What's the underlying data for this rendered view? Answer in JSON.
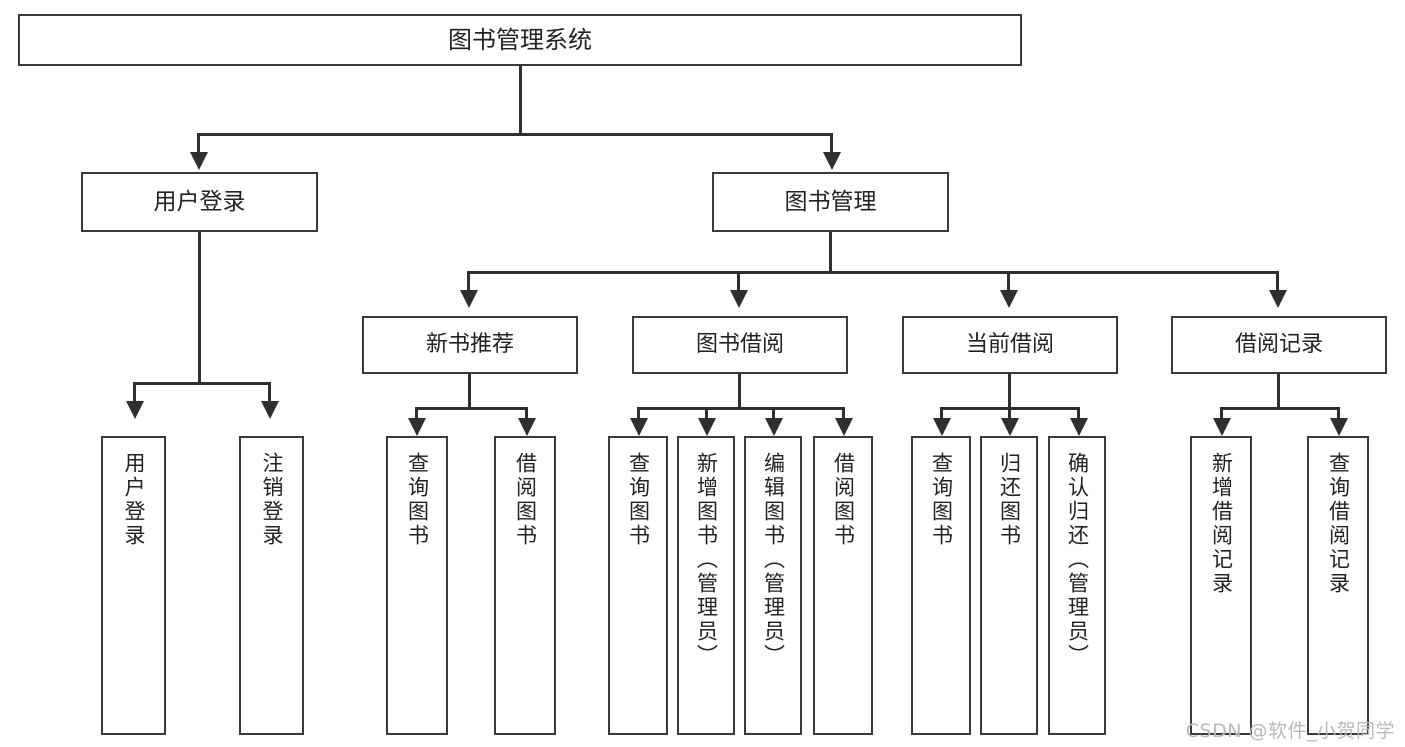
{
  "diagram": {
    "title": "图书管理系统",
    "watermark": "CSDN @软件_小贺同学",
    "nodes": {
      "root": {
        "label": "图书管理系统"
      },
      "level2": [
        {
          "id": "user-login",
          "label": "用户登录"
        },
        {
          "id": "book-manage",
          "label": "图书管理"
        }
      ],
      "level3": [
        {
          "id": "new-book-recommend",
          "label": "新书推荐"
        },
        {
          "id": "book-borrow",
          "label": "图书借阅"
        },
        {
          "id": "current-borrow",
          "label": "当前借阅"
        },
        {
          "id": "borrow-record",
          "label": "借阅记录"
        }
      ],
      "leaves": {
        "user_login": [
          {
            "id": "leaf-user-login",
            "label": "用户登录"
          },
          {
            "id": "leaf-logout-login",
            "label": "注销登录"
          }
        ],
        "new_book_recommend": [
          {
            "id": "leaf-query-book-1",
            "label": "查询图书"
          },
          {
            "id": "leaf-borrow-book-1",
            "label": "借阅图书"
          }
        ],
        "book_borrow": [
          {
            "id": "leaf-query-book-2",
            "label": "查询图书"
          },
          {
            "id": "leaf-add-book",
            "label": "新增图书（管理员）"
          },
          {
            "id": "leaf-edit-book",
            "label": "编辑图书（管理员）"
          },
          {
            "id": "leaf-borrow-book-2",
            "label": "借阅图书"
          }
        ],
        "current_borrow": [
          {
            "id": "leaf-query-book-3",
            "label": "查询图书"
          },
          {
            "id": "leaf-return-book",
            "label": "归还图书"
          },
          {
            "id": "leaf-confirm-return",
            "label": "确认归还（管理员）"
          }
        ],
        "borrow_record": [
          {
            "id": "leaf-add-record",
            "label": "新增借阅记录"
          },
          {
            "id": "leaf-query-record",
            "label": "查询借阅记录"
          }
        ]
      }
    },
    "colors": {
      "box_border": "#3a3a3a",
      "connector": "#2f2f2f",
      "text": "#222222",
      "background": "#ffffff",
      "watermark": "#b9b9b9"
    }
  }
}
